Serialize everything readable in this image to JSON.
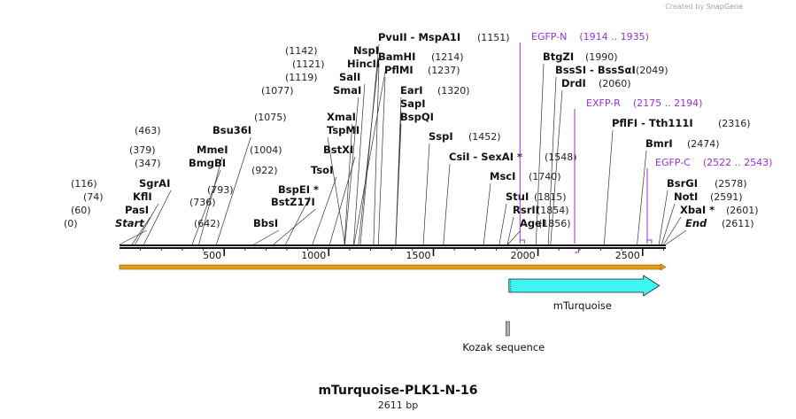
{
  "credit": {
    "prefix": "Created by",
    "brand": "SnapGene"
  },
  "plasmid": {
    "name": "mTurquoise-PLK1-N-16",
    "length": "2611 bp",
    "bp": 2611
  },
  "ruler_ticks": [
    "500",
    "1000",
    "1500",
    "2000",
    "2500"
  ],
  "sites": [
    {
      "name": "Start",
      "pos": "(0)",
      "bp": 0,
      "italic": true
    },
    {
      "name": "PasI",
      "pos": "(60)",
      "bp": 60
    },
    {
      "name": "KflI",
      "pos": "(74)",
      "bp": 74
    },
    {
      "name": "SgrAI",
      "pos": "(116)",
      "bp": 116
    },
    {
      "name": "BmgBI",
      "pos": "(347)",
      "bp": 347
    },
    {
      "name": "MmeI",
      "pos": "(379)",
      "bp": 379
    },
    {
      "name": "Bsu36I",
      "pos": "(463)",
      "bp": 463
    },
    {
      "name": "BbsI",
      "pos": "(642)",
      "bp": 642
    },
    {
      "name": "BstZ17I",
      "pos": "(736)",
      "bp": 736
    },
    {
      "name": "BspEI",
      "pos": "(793)",
      "bp": 793,
      "star": true
    },
    {
      "name": "TsoI",
      "pos": "(922)",
      "bp": 922
    },
    {
      "name": "BstXI",
      "pos": "(1004)",
      "bp": 1004
    },
    {
      "name": "TspMI",
      "pos": "",
      "bp": 1077
    },
    {
      "name": "XmaI",
      "pos": "(1075)",
      "bp": 1075
    },
    {
      "name": "SmaI",
      "pos": "(1077)",
      "bp": 1077
    },
    {
      "name": "SalI",
      "pos": "(1119)",
      "bp": 1119
    },
    {
      "name": "HincII",
      "pos": "(1121)",
      "bp": 1121
    },
    {
      "name": "NspI",
      "pos": "(1142)",
      "bp": 1142
    },
    {
      "name": "PvuII",
      "name2": "MspA1I",
      "pos": "(1151)",
      "bp": 1151
    },
    {
      "name": "BamHI",
      "pos": "(1214)",
      "bp": 1214
    },
    {
      "name": "PflMI",
      "pos": "(1237)",
      "bp": 1237
    },
    {
      "name": "EarI",
      "pos": "(1320)",
      "bp": 1320
    },
    {
      "name": "SapI",
      "pos": "",
      "bp": 1320
    },
    {
      "name": "BspQI",
      "pos": "",
      "bp": 1320
    },
    {
      "name": "SspI",
      "pos": "(1452)",
      "bp": 1452
    },
    {
      "name": "CsiI",
      "name2": "SexAI",
      "pos": "(1548)",
      "bp": 1548,
      "star2": true
    },
    {
      "name": "MscI",
      "pos": "(1740)",
      "bp": 1740
    },
    {
      "name": "StuI",
      "pos": "(1815)",
      "bp": 1815
    },
    {
      "name": "RsrII",
      "pos": "(1854)",
      "bp": 1854
    },
    {
      "name": "AgeI",
      "pos": "(1856)",
      "bp": 1856
    },
    {
      "name": "BtgZI",
      "pos": "(1990)",
      "bp": 1990
    },
    {
      "name": "BssSI",
      "name2": "BssSαI",
      "pos": "(2049)",
      "bp": 2049
    },
    {
      "name": "DrdI",
      "pos": "(2060)",
      "bp": 2060
    },
    {
      "name": "PflFI",
      "name2": "Tth111I",
      "pos": "(2316)",
      "bp": 2316
    },
    {
      "name": "BmrI",
      "pos": "(2474)",
      "bp": 2474
    },
    {
      "name": "BsrGI",
      "pos": "(2578)",
      "bp": 2578
    },
    {
      "name": "NotI",
      "pos": "(2591)",
      "bp": 2591
    },
    {
      "name": "XbaI",
      "pos": "(2601)",
      "bp": 2601,
      "star": true
    },
    {
      "name": "End",
      "pos": "(2611)",
      "bp": 2611,
      "italic": true
    }
  ],
  "primers": [
    {
      "name": "EGFP-N",
      "range": "(1914 .. 1935)",
      "from": 1914,
      "to": 1935
    },
    {
      "name": "EXFP-R",
      "range": "(2175 .. 2194)",
      "from": 2175,
      "to": 2194
    },
    {
      "name": "EGFP-C",
      "range": "(2522 .. 2543)",
      "from": 2522,
      "to": 2543
    }
  ],
  "features": [
    {
      "name": "mTurquoise",
      "from": 1861,
      "to": 2580,
      "color": "#3ff4f4"
    },
    {
      "name": "Kozak sequence",
      "from": 1851,
      "to": 1860,
      "color": "#b0b0b0"
    }
  ],
  "colors": {
    "backbone": "#e49b18",
    "primer": "#9b30d9",
    "feature": "#3ff4f4",
    "line": "#111111"
  }
}
